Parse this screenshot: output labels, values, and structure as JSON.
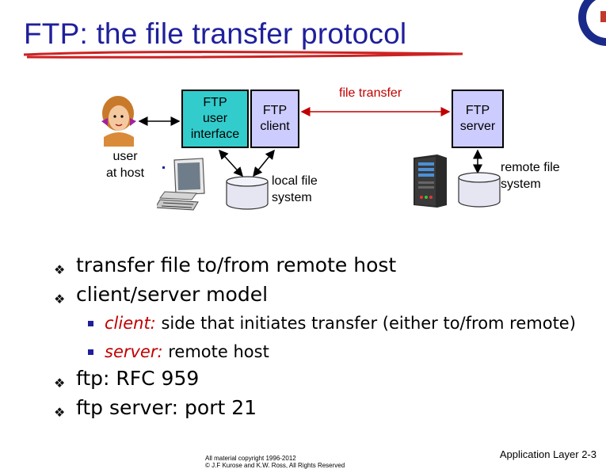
{
  "slide": {
    "title": "FTP: the file transfer protocol",
    "colors": {
      "title": "#1f1f9c",
      "underline": "#cc2222",
      "accent_red": "#c00000",
      "ui_box": "#33cccc",
      "client_box": "#ccccff"
    }
  },
  "diagram": {
    "ui_box": [
      "FTP",
      "user",
      "interface"
    ],
    "client_box": [
      "FTP",
      "client"
    ],
    "server_box": [
      "FTP",
      "server"
    ],
    "file_transfer_label": "file transfer",
    "user_label": [
      "user",
      "at host"
    ],
    "local_fs_label": [
      "local file",
      "system"
    ],
    "remote_fs_label": [
      "remote file",
      "system"
    ]
  },
  "bullets": {
    "b1": "transfer file to/from remote host",
    "b2": "client/server model",
    "sub1_term": "client:",
    "sub1_text": " side that initiates transfer (either to/from remote)",
    "sub2_term": "server:",
    "sub2_text": " remote host",
    "b3": "ftp: RFC 959",
    "b4": "ftp server: port 21"
  },
  "footer": {
    "right": "Application Layer 2-3",
    "copyright": "All material copyright 1996-2012",
    "rights": "© J.F Kurose and K.W. Ross, All Rights Reserved"
  }
}
